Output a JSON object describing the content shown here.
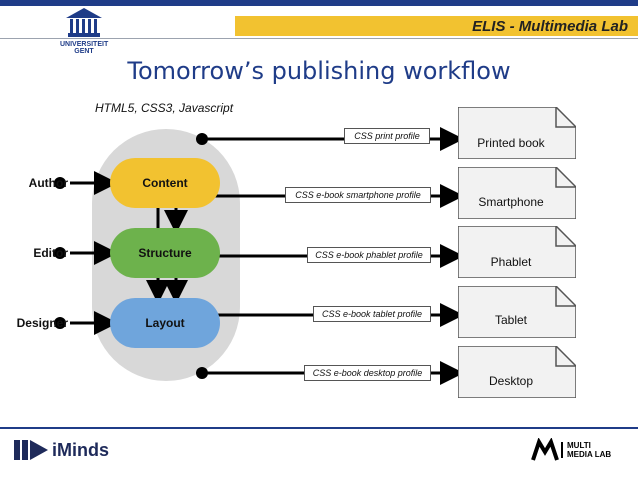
{
  "header": {
    "lab_label": "ELIS - Multimedia Lab",
    "university_logo_text": "UNIVERSITEIT GENT"
  },
  "title": "Tomorrow’s publishing workflow",
  "subtitle": "HTML5, CSS3, Javascript",
  "roles": [
    "Author",
    "Editor",
    "Designer"
  ],
  "stages": [
    "Content",
    "Structure",
    "Layout"
  ],
  "profiles": [
    "CSS print profile",
    "CSS e-book smartphone profile",
    "CSS e-book phablet profile",
    "CSS e-book tablet profile",
    "CSS e-book desktop profile"
  ],
  "outputs": [
    "Printed book",
    "Smartphone",
    "Phablet",
    "Tablet",
    "Desktop"
  ],
  "footer": {
    "left_logo_text": "iMinds",
    "right_logo_text": "MULTI MEDIA LAB"
  },
  "colors": {
    "accent": "#f2c230",
    "content": "#f2c230",
    "structure": "#6db24c",
    "layout": "#6fa5dc",
    "title": "#1f3c88"
  }
}
